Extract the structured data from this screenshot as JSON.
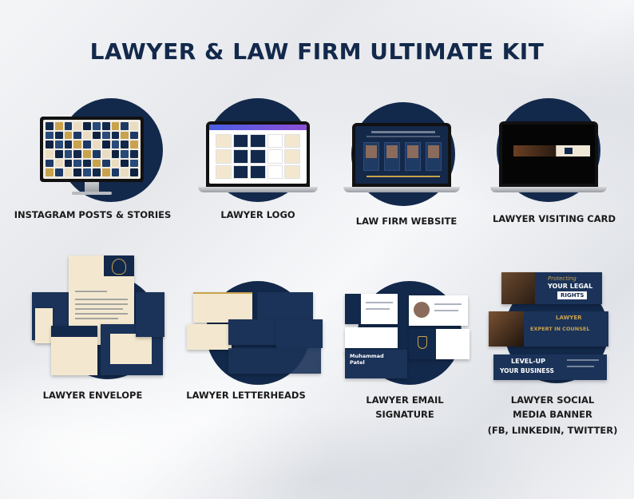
{
  "title": "LAWYER & LAW FIRM ULTIMATE KIT",
  "colors": {
    "navy": "#13294b",
    "gold": "#c9a24d",
    "cream": "#f3e8cf",
    "text": "#1a1a1a"
  },
  "items": [
    {
      "label": "INSTAGRAM POSTS & STORIES",
      "icon": "monitor-icon"
    },
    {
      "label": "LAWYER LOGO",
      "icon": "laptop-icon"
    },
    {
      "label": "LAW FIRM WEBSITE",
      "icon": "laptop-icon"
    },
    {
      "label": "LAWYER VISITING CARD",
      "icon": "laptop-icon"
    },
    {
      "label": "LAWYER ENVELOPE",
      "icon": "envelope-icon"
    },
    {
      "label": "LAWYER LETTERHEADS",
      "icon": "letterhead-icon"
    },
    {
      "label_line1": "LAWYER EMAIL",
      "label_line2": "SIGNATURE",
      "icon": "email-signature-icon"
    },
    {
      "label_line1": "LAWYER SOCIAL",
      "label_line2": "MEDIA BANNER",
      "label_line3": "(FB, LINKEDIN, TWITTER)",
      "icon": "banner-icon"
    }
  ],
  "mockup_text": {
    "banner_protect_1": "Protecting",
    "banner_protect_2": "YOUR LEGAL",
    "banner_protect_3": "RIGHTS",
    "banner_lawyer": "LAWYER",
    "banner_expert": "EXPERT IN COUNSEL",
    "banner_level_1": "LEVEL-UP",
    "banner_level_2": "YOUR BUSINESS",
    "email_name_1": "Muhammad",
    "email_name_2": "Patel"
  }
}
